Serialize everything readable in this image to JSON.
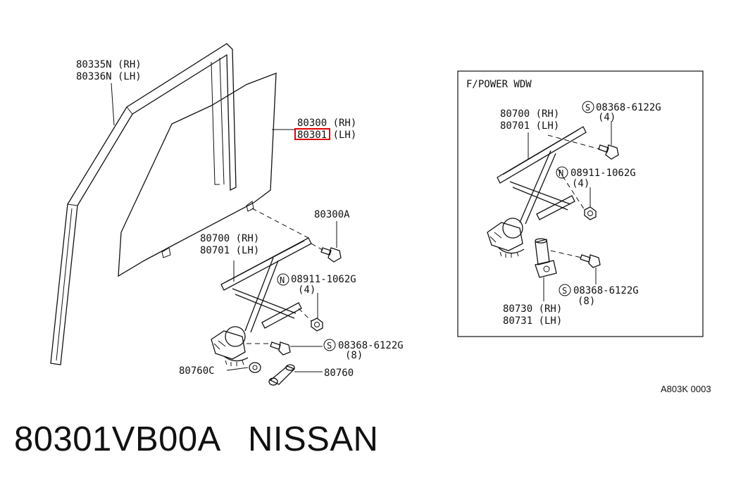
{
  "diagram": {
    "labels": {
      "sash_rh": "80335N (RH)",
      "sash_lh": "80336N (LH)",
      "glass_rh": "80300 (RH)",
      "glass_lh": "80301 (LH)",
      "bolt_glass": "80300A",
      "reg_rh": "80700 (RH)",
      "reg_lh": "80701 (LH)",
      "nut_code": "08911-1062G",
      "nut_qty": "(4)",
      "bolt_code": "08368-6122G",
      "bolt_qty": "(8)",
      "escutcheon": "80760C",
      "handle": "80760"
    },
    "inset": {
      "title": "F/POWER WDW",
      "reg_rh": "80700 (RH)",
      "reg_lh": "80701 (LH)",
      "bolt_code_top": "08368-6122G",
      "bolt_qty_top": "(4)",
      "nut_code": "08911-1062G",
      "nut_qty": "(4)",
      "bolt_code_bottom": "08368-6122G",
      "bolt_qty_bottom": "(8)",
      "motor_rh": "80730 (RH)",
      "motor_lh": "80731 (LH)"
    },
    "symbols": {
      "screw": "S",
      "nut": "N"
    },
    "diagram_code": "A803K 0003",
    "highlight_color": "#e00000"
  },
  "footer": {
    "part_number": "80301VB00A",
    "brand": "NISSAN"
  }
}
